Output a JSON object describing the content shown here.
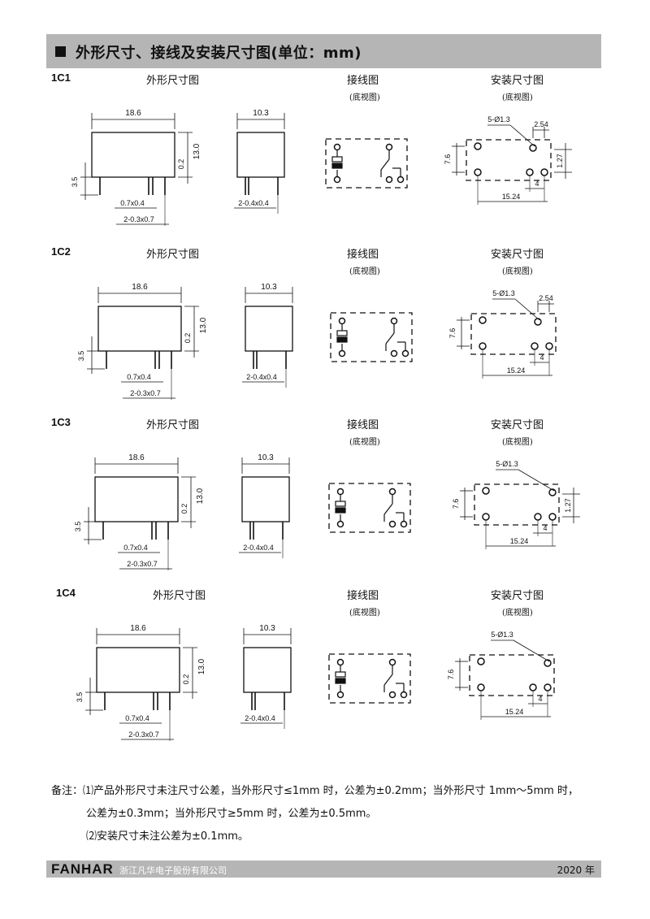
{
  "header": {
    "title": "外形尺寸、接线及安装尺寸图(单位：mm)"
  },
  "column_titles": {
    "outline": "外形尺寸图",
    "wiring": "接线图",
    "mounting": "安装尺寸图",
    "bottom_view": "(底视图)"
  },
  "sections": [
    {
      "id": "1C1",
      "label": "1C1",
      "hole": "5-Ø1.3",
      "pitch": "2.54",
      "offset": "1.27"
    },
    {
      "id": "1C2",
      "label": "1C2",
      "hole": "5-Ø1.3",
      "pitch": "2.54",
      "offset": ""
    },
    {
      "id": "1C3",
      "label": "1C3",
      "hole": "5-Ø1.3",
      "pitch": "",
      "offset": "1.27"
    },
    {
      "id": "1C4",
      "label": "1C4",
      "hole": "5-Ø1.3",
      "pitch": "",
      "offset": ""
    }
  ],
  "dims": {
    "length": "18.6",
    "width": "10.3",
    "height": "13.0",
    "standoff": "0.2",
    "pin_len": "3.5",
    "pin_a": "0.7x0.4",
    "pin_b": "2-0.3x0.7",
    "pin_c": "2-0.4x0.4",
    "row_spacing": "7.6",
    "span": "15.24",
    "gap": "4"
  },
  "notes": {
    "line1": "备注：⑴产品外形尺寸未注尺寸公差，当外形尺寸≤1mm 时，公差为±0.2mm；当外形尺寸 1mm～5mm 时，",
    "line2": "公差为±0.3mm；当外形尺寸≥5mm 时，公差为±0.5mm。",
    "line3": "⑵安装尺寸未注公差为±0.1mm。"
  },
  "footer": {
    "logo": "FANHAR",
    "company": "浙江凡华电子股份有限公司",
    "year": "2020 年"
  }
}
